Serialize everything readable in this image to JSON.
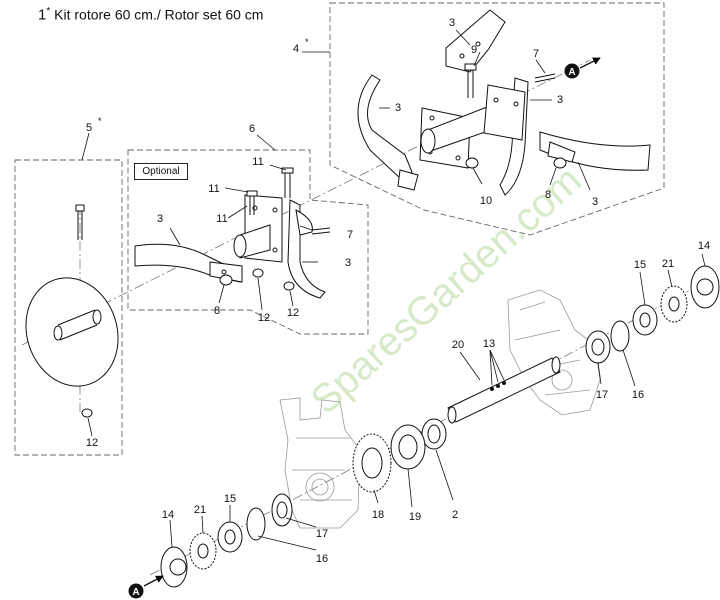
{
  "diagram": {
    "title": {
      "number": "1",
      "star": "*",
      "text": "Kit rotore 60 cm./ Rotor set 60 cm"
    },
    "optional_label": "Optional",
    "watermark": "SparesGarden.com",
    "arrow_marker": "A",
    "callouts": [
      {
        "id": "c4",
        "text": "4",
        "star": "*"
      },
      {
        "id": "c5",
        "text": "5",
        "star": "*"
      },
      {
        "id": "c6",
        "text": "6"
      },
      {
        "id": "c3a",
        "text": "3"
      },
      {
        "id": "c9",
        "text": "9"
      },
      {
        "id": "c7a",
        "text": "7"
      },
      {
        "id": "c3b",
        "text": "3"
      },
      {
        "id": "c3c",
        "text": "3"
      },
      {
        "id": "c10",
        "text": "10"
      },
      {
        "id": "c8a",
        "text": "8"
      },
      {
        "id": "c3d",
        "text": "3"
      },
      {
        "id": "c11a",
        "text": "11"
      },
      {
        "id": "c11b",
        "text": "11"
      },
      {
        "id": "c11c",
        "text": "11"
      },
      {
        "id": "c3e",
        "text": "3"
      },
      {
        "id": "c7b",
        "text": "7"
      },
      {
        "id": "c3f",
        "text": "3"
      },
      {
        "id": "c8b",
        "text": "8"
      },
      {
        "id": "c12a",
        "text": "12"
      },
      {
        "id": "c12b",
        "text": "12"
      },
      {
        "id": "c12c",
        "text": "12"
      },
      {
        "id": "c14a",
        "text": "14"
      },
      {
        "id": "c15a",
        "text": "15"
      },
      {
        "id": "c21a",
        "text": "21"
      },
      {
        "id": "c20",
        "text": "20"
      },
      {
        "id": "c13",
        "text": "13"
      },
      {
        "id": "c17a",
        "text": "17"
      },
      {
        "id": "c16a",
        "text": "16"
      },
      {
        "id": "c18",
        "text": "18"
      },
      {
        "id": "c19",
        "text": "19"
      },
      {
        "id": "c2",
        "text": "2"
      },
      {
        "id": "c14b",
        "text": "14"
      },
      {
        "id": "c21b",
        "text": "21"
      },
      {
        "id": "c15b",
        "text": "15"
      },
      {
        "id": "c17b",
        "text": "17"
      },
      {
        "id": "c16b",
        "text": "16"
      }
    ]
  }
}
